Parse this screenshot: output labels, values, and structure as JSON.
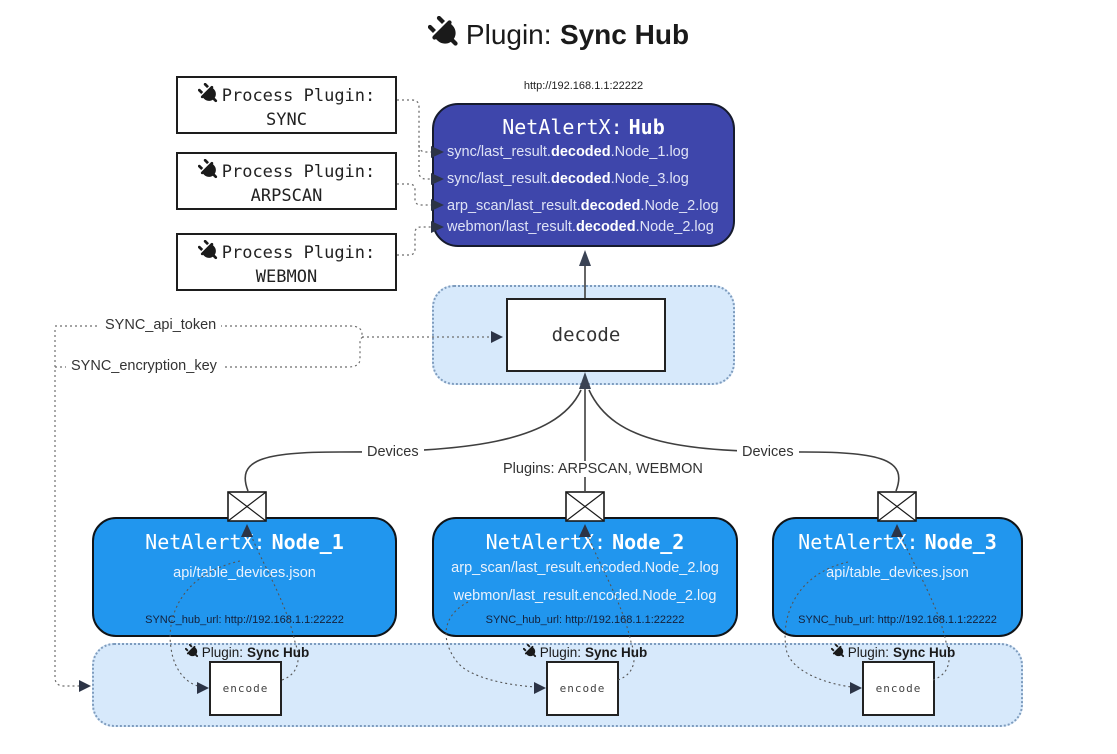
{
  "title": {
    "label": "Plugin:",
    "name": "Sync Hub"
  },
  "process_plugins": {
    "heading": "Process Plugin:",
    "items": [
      {
        "name": "SYNC"
      },
      {
        "name": "ARPSCAN"
      },
      {
        "name": "WEBMON"
      }
    ]
  },
  "hub": {
    "url": "http://192.168.1.1:22222",
    "title_label": "NetAlertX:",
    "title_name": "Hub",
    "logs": [
      {
        "pre": "sync/last_result.",
        "bold": "decoded",
        "post": ".Node_1.log"
      },
      {
        "pre": "sync/last_result.",
        "bold": "decoded",
        "post": ".Node_3.log"
      },
      {
        "pre": "arp_scan/last_result.",
        "bold": "decoded",
        "post": ".Node_2.log"
      },
      {
        "pre": "webmon/last_result.",
        "bold": "decoded",
        "post": ".Node_2.log"
      }
    ]
  },
  "decode": {
    "label": "decode"
  },
  "config": {
    "api_token": "SYNC_api_token",
    "encryption_key": "SYNC_encryption_key"
  },
  "edges": {
    "devices_left": "Devices",
    "plugins_middle": "Plugins: ARPSCAN, WEBMON",
    "devices_right": "Devices"
  },
  "nodes": [
    {
      "title_label": "NetAlertX:",
      "title_name": "Node_1",
      "files": [
        "api/table_devices.json"
      ],
      "hub_url": "SYNC_hub_url: http://192.168.1.1:22222"
    },
    {
      "title_label": "NetAlertX:",
      "title_name": "Node_2",
      "files": [
        "arp_scan/last_result.encoded.Node_2.log",
        "webmon/last_result.encoded.Node_2.log"
      ],
      "hub_url": "SYNC_hub_url: http://192.168.1.1:22222"
    },
    {
      "title_label": "NetAlertX:",
      "title_name": "Node_3",
      "files": [
        "api/table_devices.json"
      ],
      "hub_url": "SYNC_hub_url: http://192.168.1.1:22222"
    }
  ],
  "encode": {
    "plugin_label": "Plugin:",
    "plugin_name": "Sync Hub",
    "box_label": "encode"
  },
  "colors": {
    "hub_fill": "#3e46ab",
    "node_fill": "#2196ee",
    "band_fill": "#d7e9fb",
    "band_border": "#7e9cbe",
    "solid_line": "#3f3f3f",
    "dotted_line": "#6e6e6e",
    "arrow_dark": "#2c3446"
  }
}
